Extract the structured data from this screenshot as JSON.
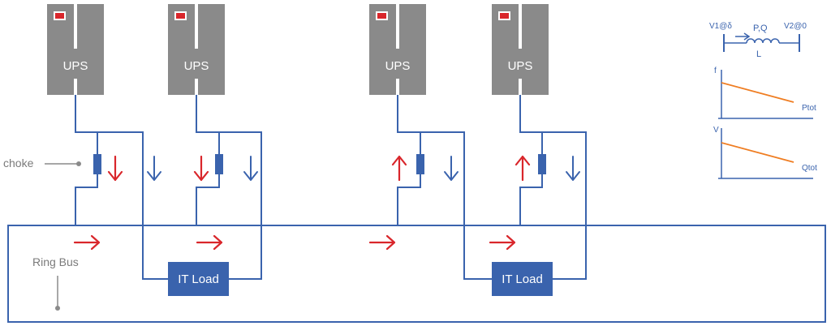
{
  "colors": {
    "wire": "#3a63ad",
    "ups_fill": "#8a8a8a",
    "load_fill": "#3a63ad",
    "red_arrow": "#d9262b",
    "blue_arrow": "#3a63ad",
    "callout": "#8a8a8a",
    "droop_line": "#ef7d22"
  },
  "ups_units": [
    {
      "label": "UPS",
      "flow": "out"
    },
    {
      "label": "UPS",
      "flow": "out"
    },
    {
      "label": "UPS",
      "flow": "in"
    },
    {
      "label": "UPS",
      "flow": "in"
    }
  ],
  "loads": [
    {
      "label": "IT Load"
    },
    {
      "label": "IT Load"
    }
  ],
  "callouts": {
    "choke": "choke",
    "ring_bus": "Ring Bus"
  },
  "inset": {
    "line": {
      "v1_label": "V1@δ",
      "v2_label": "V2@0",
      "pq_label": "P,Q",
      "inductor_label": "L"
    },
    "freq_droop": {
      "y_label": "f",
      "x_label": "Ptot"
    },
    "volt_droop": {
      "y_label": "V",
      "x_label": "Qtot"
    }
  }
}
